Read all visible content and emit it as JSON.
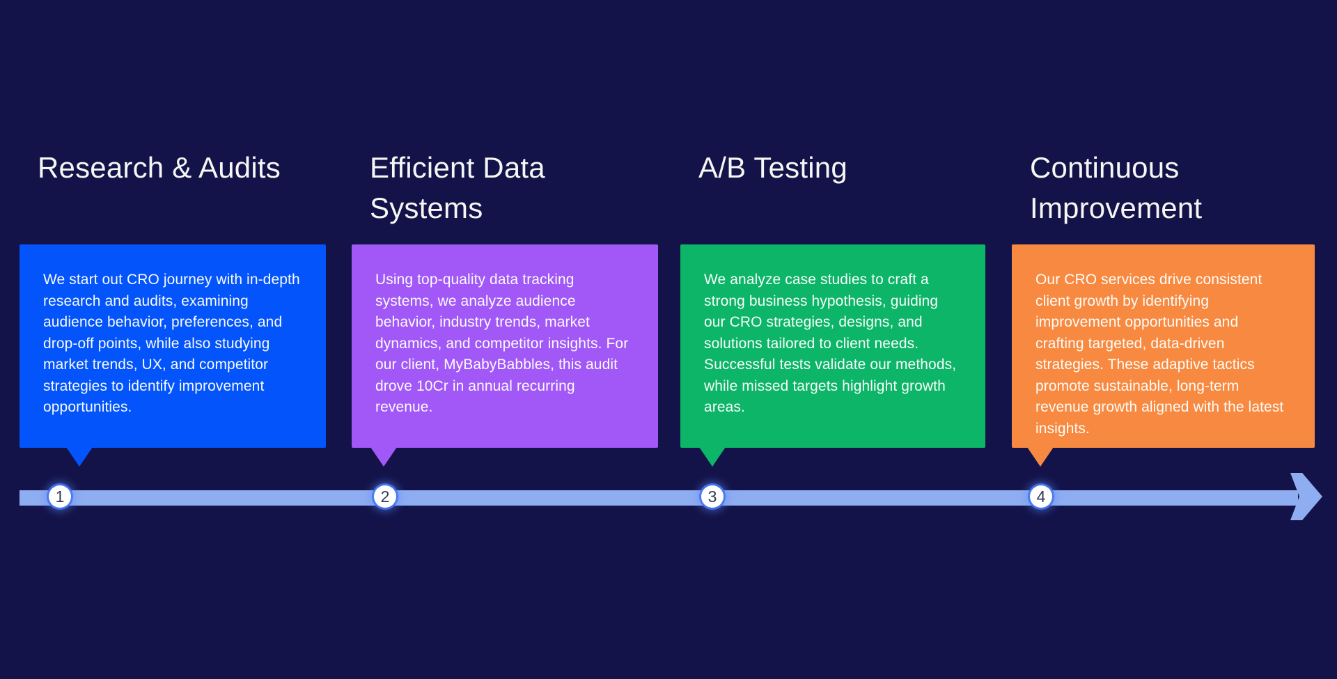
{
  "page": {
    "background_color": "#141349",
    "type": "cro-process-timeline-infographic"
  },
  "timeline": {
    "bar_color": "#8FADF1",
    "arrow_color": "#8FADF1",
    "arrow_icon": "arrow-right"
  },
  "node_style": {
    "fill": "#FFFFFF",
    "number_color": "#323B52",
    "glow_color": "#4874F5"
  },
  "steps": [
    {
      "number": "1",
      "title": "Research & Audits",
      "description": "We start out CRO journey with in-depth research and audits, examining audience behavior, preferences, and drop-off points, while also studying market trends, UX, and competitor strategies to identify improvement opportunities.",
      "color": "#0355FB"
    },
    {
      "number": "2",
      "title": "Efficient Data Systems",
      "description": "Using top-quality data tracking systems, we analyze audience behavior, industry trends, market dynamics, and competitor insights. For our client, MyBabyBabbles, this audit drove 10Cr in annual recurring revenue.",
      "color": "#A158F6"
    },
    {
      "number": "3",
      "title": "A/B Testing",
      "description": "We analyze case studies to craft a strong business hypothesis, guiding our CRO strategies, designs, and solutions tailored to client needs. Successful tests validate our methods, while missed targets highlight growth areas.",
      "color": "#0CB567"
    },
    {
      "number": "4",
      "title": "Continuous Improvement",
      "description": "Our CRO services drive consistent client growth by identifying improvement opportunities and crafting targeted, data-driven strategies. These adaptive tactics promote sustainable, long-term revenue growth aligned with the latest insights.",
      "color": "#F78A40"
    }
  ]
}
